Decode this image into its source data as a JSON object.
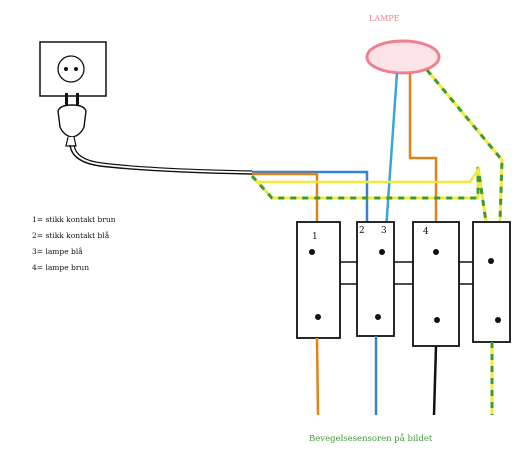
{
  "lamp": {
    "label": "LAMPE"
  },
  "legend": [
    "1= stikk kontakt brun",
    "2= stikk kontakt blå",
    "3= lampe blå",
    "4= lampe brun"
  ],
  "terminals": {
    "t1": "1",
    "t2": "2",
    "t3": "3",
    "t4": "4"
  },
  "caption": "Bevegelsesensoren på bildet",
  "colors": {
    "brown": "#e08418",
    "blue": "#3b7fd0",
    "light_blue": "#37a6d8",
    "yellow": "#f2ea3a",
    "green": "#3e9a34",
    "black": "#111111",
    "lamp_pink": "#f07f8f",
    "lamp_fill": "#fce3e8"
  }
}
